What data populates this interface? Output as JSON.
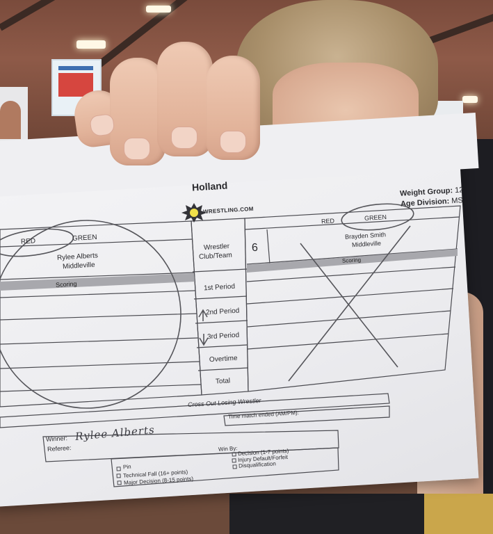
{
  "sheet": {
    "location": "Holland",
    "logo_text": "WRESTLING.COM",
    "weight_group_label": "Weight Group:",
    "weight_group_value": "12",
    "age_division_label": "Age Division:",
    "age_division_value": "MS",
    "left_wrestler": {
      "red_label": "RED",
      "green_label": "GREEN",
      "name": "Rylee Alberts",
      "club": "Middleville",
      "scoring_label": "Scoring"
    },
    "right_wrestler": {
      "red_label": "RED",
      "green_label": "GREEN",
      "name": "Brayden Smith",
      "club": "Middleville",
      "scoring_label": "Scoring"
    },
    "middle": {
      "wrestler_label": "Wrestler",
      "club_team_label": "Club/Team",
      "bout_number": "6",
      "periods": [
        "1st Period",
        "2nd Period",
        "3rd Period",
        "Overtime",
        "Total"
      ]
    },
    "cross_out": "Cross Out Losing Wrestler",
    "time_ended": "Time match ended (AM/PM):",
    "winner_label": "Winner:",
    "winner_handwritten": "Rylee Alberts",
    "referee_label": "Referee:",
    "win_by_label": "Win By:",
    "win_options_left": [
      "Pin",
      "Technical Fall (16+ points)",
      "Major Decision (8-15 points)"
    ],
    "win_options_right": [
      "Decision (1-7 points)",
      "Injury Default/Forfeit",
      "Disqualification"
    ]
  },
  "colors": {
    "paper": "#efeff2",
    "ink": "#2a2a2e",
    "shading": "#a9a9ae"
  }
}
